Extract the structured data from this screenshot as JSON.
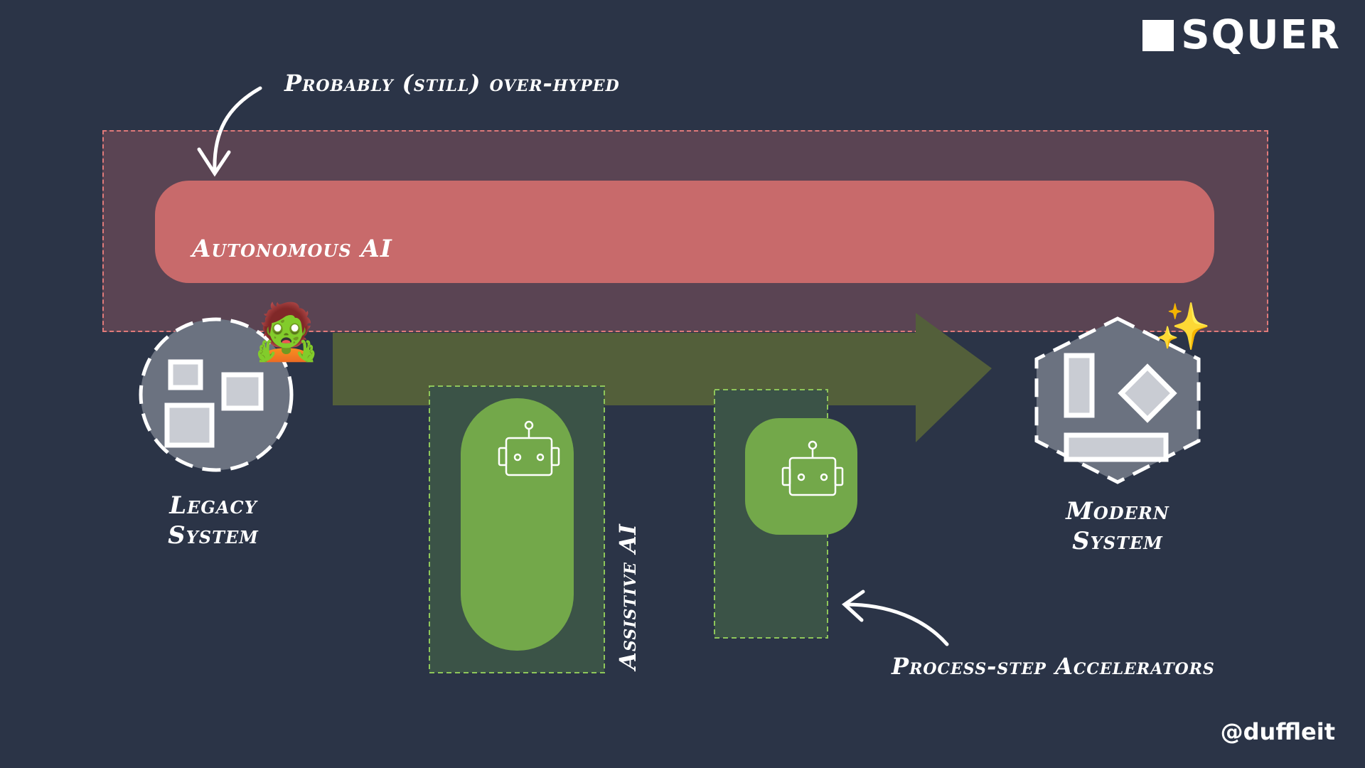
{
  "brand": {
    "name": "SQUER",
    "handle": "@duffleit"
  },
  "labels": {
    "overhyped": "Probably (still) over-hyped",
    "autonomous": "Autonomous AI",
    "legacy_line1": "Legacy",
    "legacy_line2": "System",
    "modern_line1": "Modern",
    "modern_line2": "System",
    "assistive": "Assistive AI",
    "accelerators": "Process-step Accelerators"
  },
  "icons": {
    "legacy_emoji": "🧟",
    "modern_emoji": "✨"
  },
  "colors": {
    "background": "#2b3447",
    "autonomous_bar": "#c86a6b",
    "overhype_zone": "#5a4453",
    "arrow": "#535f3a",
    "assistive_pill": "#73a84a",
    "system_shape": "#6b7280"
  }
}
